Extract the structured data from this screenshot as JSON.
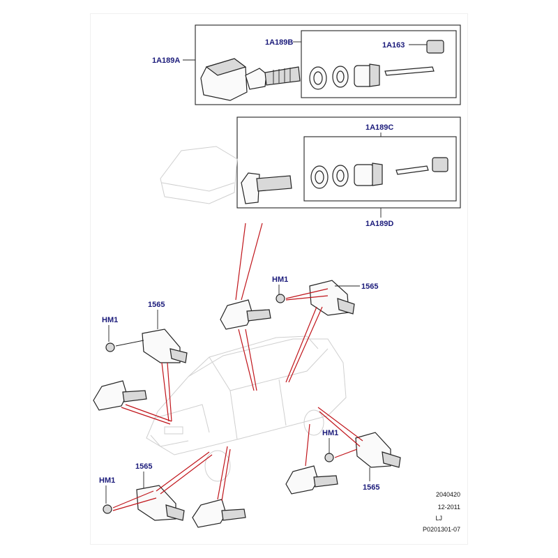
{
  "callouts": {
    "a189a": "1A189A",
    "a189b": "1A189B",
    "a163": "1A163",
    "a189c": "1A189C",
    "a189d": "1A189D",
    "hm1_top": "HM1",
    "c1565_top": "1565",
    "hm1_left": "HM1",
    "c1565_left": "1565",
    "hm1_right": "HM1",
    "c1565_bottom": "1565",
    "hm1_bottom": "HM1",
    "c1565_bottom_left": "1565"
  },
  "footer": {
    "line1": "2040420",
    "line2": "12-2011",
    "line3": "LJ",
    "line4": "P0201301-07"
  },
  "colors": {
    "callout_text": "#1a1a7a",
    "leader_red": "#c0141a",
    "line_art": "#222222"
  }
}
